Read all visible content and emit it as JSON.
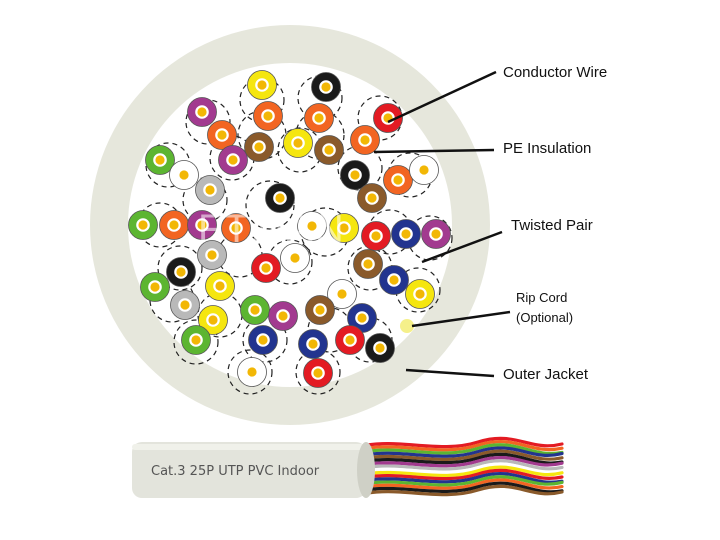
{
  "labels": {
    "conductor": "Conductor Wire",
    "insulation": "PE Insulation",
    "twisted": "Twisted Pair",
    "rip_line1": "Rip Cord",
    "rip_line2": "(Optional)",
    "jacket": "Outer Jacket"
  },
  "cable_print": "Cat.3 25P UTP  PVC Indoor",
  "watermark": "FTMAN",
  "colors": {
    "jacket": "#e6e7dc",
    "conductor": "#f2b705",
    "white": "#ffffff",
    "orange": "#f26522",
    "green": "#5cb531",
    "brown": "#8a5a2b",
    "blue": "#22348f",
    "red": "#e31b23",
    "black": "#1a1a1a",
    "grey": "#b9b9b9",
    "violet": "#a23a8f",
    "yellow": "#f5e60f"
  }
}
